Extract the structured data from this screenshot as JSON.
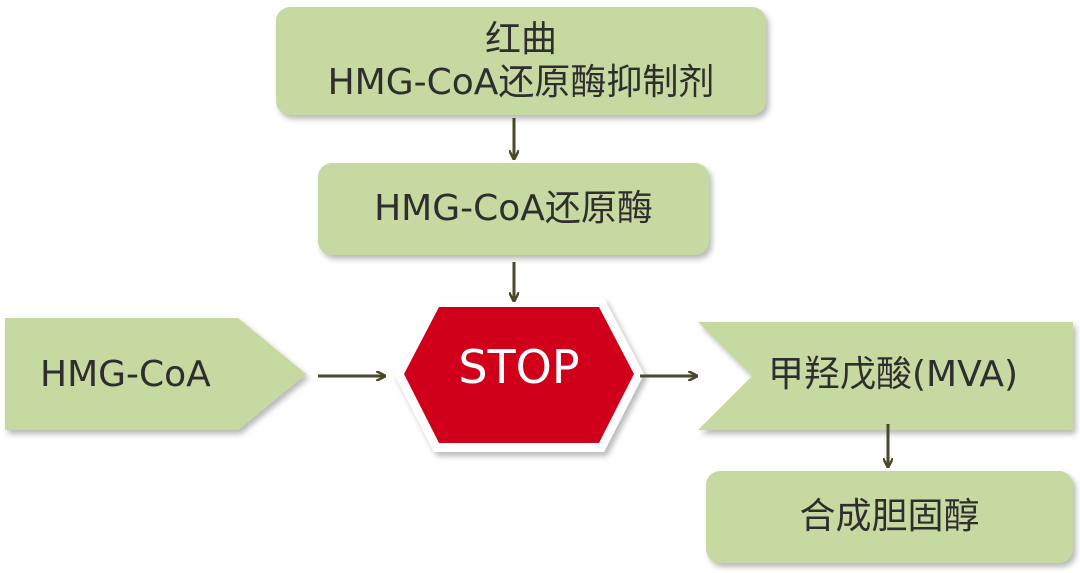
{
  "inhibitor": {
    "line1": "红曲",
    "line2": "HMG-CoA还原酶抑制剂"
  },
  "enzyme": {
    "label": "HMG-CoA还原酶"
  },
  "substrate": {
    "label": "HMG-CoA"
  },
  "stop": {
    "label": "STOP"
  },
  "intermediate": {
    "label": "甲羟戊酸(MVA)"
  },
  "product": {
    "label": "合成胆固醇"
  },
  "colors": {
    "box_fill": "#c5d9a0",
    "stop_fill": "#d0001b",
    "arrow": "#4a4a2a",
    "text": "#2e2e2e"
  }
}
